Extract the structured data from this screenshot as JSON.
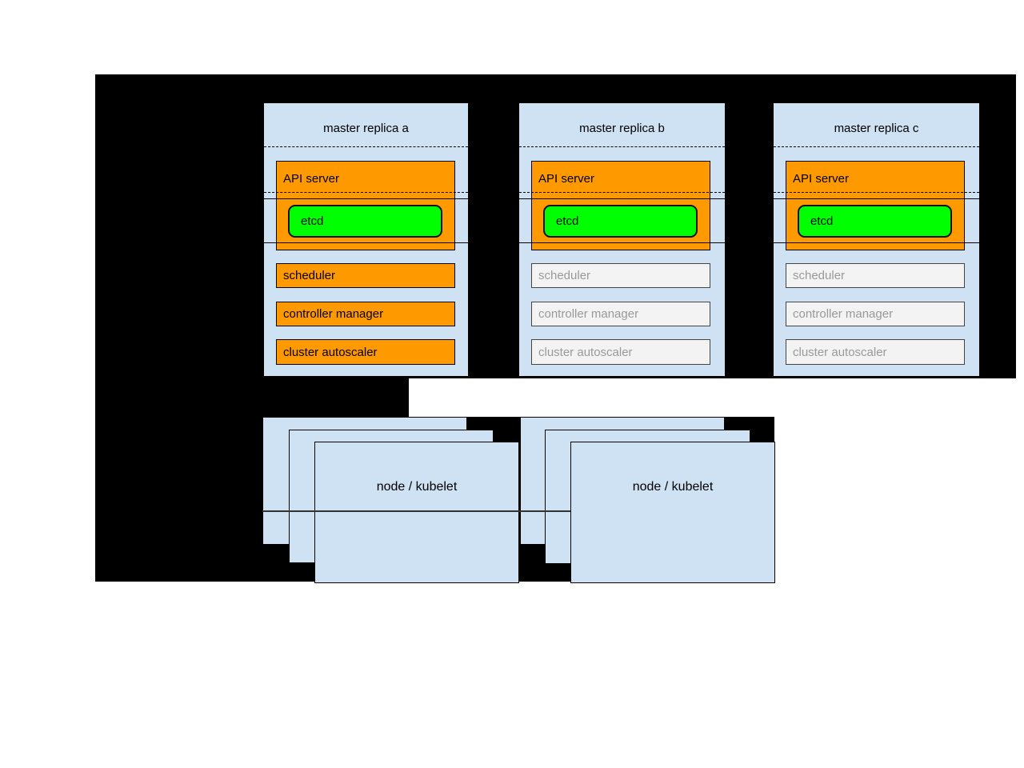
{
  "masters": [
    {
      "title": "master replica a",
      "api_server_label": "API server",
      "etcd_label": "etcd",
      "components": [
        {
          "label": "scheduler",
          "state": "active"
        },
        {
          "label": "controller manager",
          "state": "active"
        },
        {
          "label": "cluster autoscaler",
          "state": "active"
        }
      ]
    },
    {
      "title": "master replica b",
      "api_server_label": "API server",
      "etcd_label": "etcd",
      "components": [
        {
          "label": "scheduler",
          "state": "inactive"
        },
        {
          "label": "controller manager",
          "state": "inactive"
        },
        {
          "label": "cluster autoscaler",
          "state": "inactive"
        }
      ]
    },
    {
      "title": "master replica c",
      "api_server_label": "API server",
      "etcd_label": "etcd",
      "components": [
        {
          "label": "scheduler",
          "state": "inactive"
        },
        {
          "label": "controller manager",
          "state": "inactive"
        },
        {
          "label": "cluster autoscaler",
          "state": "inactive"
        }
      ]
    }
  ],
  "node_stacks": [
    {
      "label": "node / kubelet"
    },
    {
      "label": "node / kubelet"
    }
  ],
  "colors": {
    "panel_background": "#000000",
    "page_background": "#ffffff",
    "box_blue": "#cfe2f3",
    "active_orange": "#ff9900",
    "etcd_green": "#00ff00",
    "inactive_fill": "#f3f3f3",
    "inactive_text": "#999999"
  }
}
